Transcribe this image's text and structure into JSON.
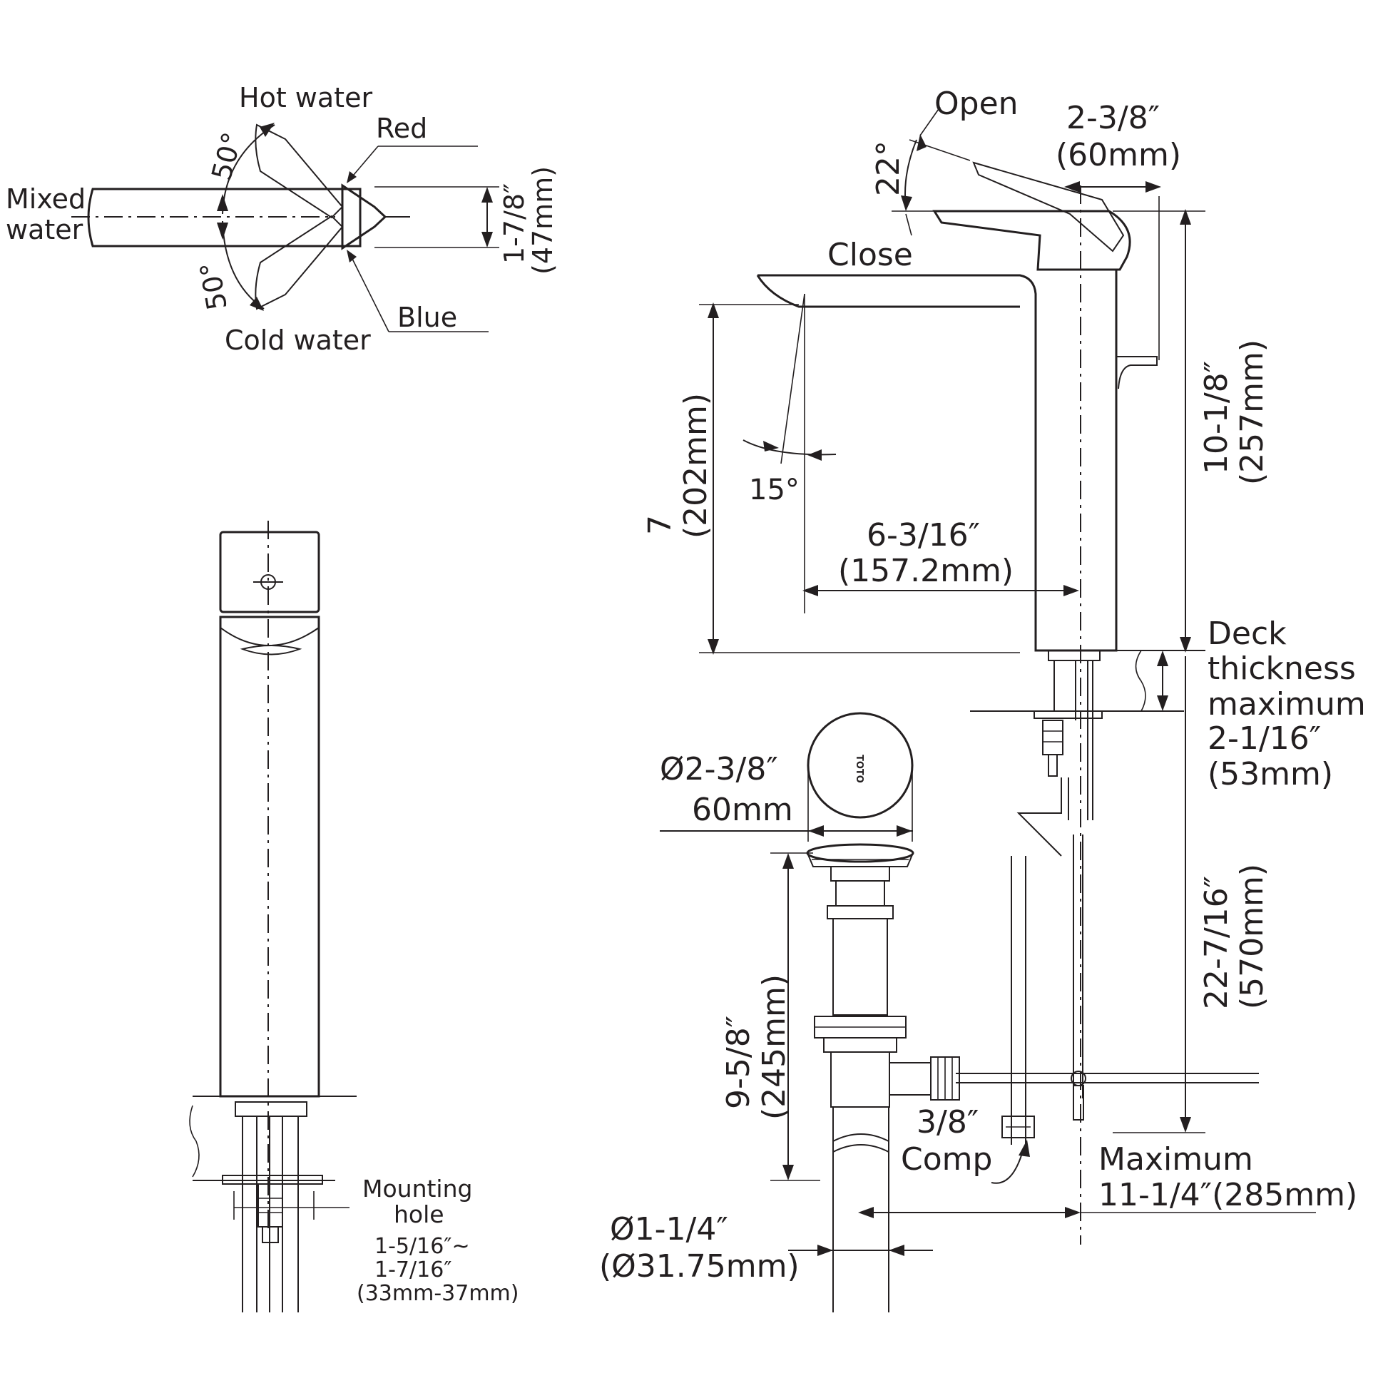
{
  "handle": {
    "hot_water": "Hot water",
    "cold_water": "Cold water",
    "mixed_water_line1": "Mixed",
    "mixed_water_line2": "water",
    "red": "Red",
    "blue": "Blue",
    "angle_hot": "50°",
    "angle_cold": "50°",
    "width_in": "1-7/8″",
    "width_mm": "(47mm)"
  },
  "side": {
    "open": "Open",
    "close": "Close",
    "lever_angle": "22°",
    "spout_angle": "15°",
    "lever_len_in": "2-3/8″",
    "lever_len_mm": "(60mm)",
    "total_height_in": "10-1/8″",
    "total_height_mm": "(257mm)",
    "spout_height_in": "7",
    "spout_height_mm": "(202mm)",
    "reach_in": "6-3/16″",
    "reach_mm": "(157.2mm)",
    "deck_line1": "Deck",
    "deck_line2": "thickness",
    "deck_line3": "maximum",
    "deck_in": "2-1/16″",
    "deck_mm": "(53mm)",
    "hose_in": "22-7/16″",
    "hose_mm": "(570mm)",
    "cap_dia_in": "Ø2-3/8″",
    "cap_dia_mm": "60mm",
    "cap_logo": "TOTO",
    "drain_len_in": "9-5/8″",
    "drain_len_mm": "(245mm)",
    "comp_line1": "3/8″",
    "comp_line2": "Comp",
    "max_line1": "Maximum",
    "max_line2": "11-1/4″(285mm)",
    "tail_dia_in": "Ø1-1/4″",
    "tail_dia_mm": "(Ø31.75mm)"
  },
  "front": {
    "mount_line1": "Mounting",
    "mount_line2": "hole",
    "mount_line3": "1-5/16″~",
    "mount_line4": "1-7/16″",
    "mount_line5": "(33mm-37mm)"
  }
}
